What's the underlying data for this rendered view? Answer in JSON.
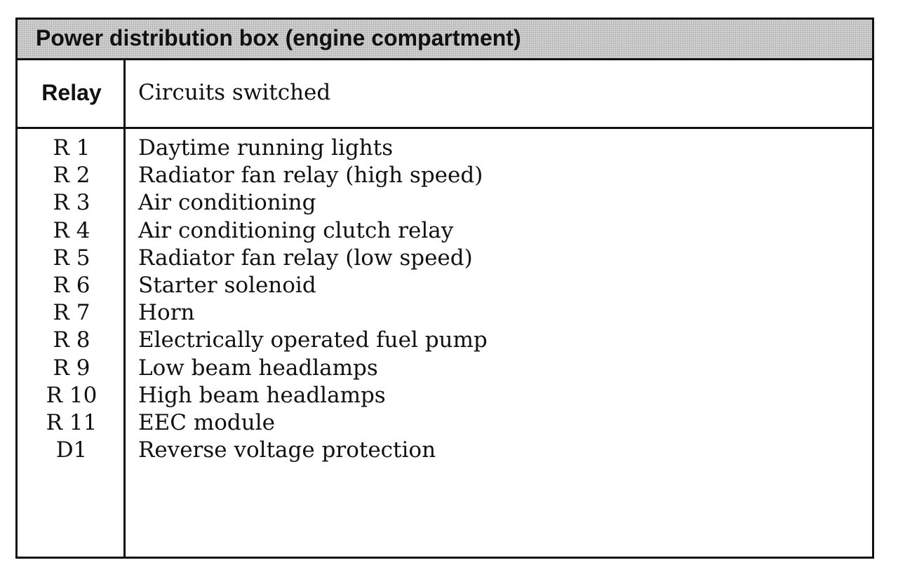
{
  "table": {
    "title": "Power distribution box (engine compartment)",
    "headers": {
      "relay": "Relay",
      "circuits": "Circuits switched"
    },
    "rows": [
      {
        "relay": "R 1",
        "circuit": "Daytime running lights"
      },
      {
        "relay": "R 2",
        "circuit": "Radiator fan relay  (high speed)"
      },
      {
        "relay": "R 3",
        "circuit": "Air conditioning"
      },
      {
        "relay": "R 4",
        "circuit": "Air conditioning clutch relay"
      },
      {
        "relay": "R 5",
        "circuit": "Radiator fan relay  (low speed)"
      },
      {
        "relay": "R 6",
        "circuit": "Starter solenoid"
      },
      {
        "relay": "R 7",
        "circuit": "Horn"
      },
      {
        "relay": "R 8",
        "circuit": "Electrically operated fuel pump"
      },
      {
        "relay": "R 9",
        "circuit": "Low beam headlamps"
      },
      {
        "relay": "R 10",
        "circuit": "High beam headlamps"
      },
      {
        "relay": "R 11",
        "circuit": "EEC module"
      },
      {
        "relay": "D1",
        "circuit": "Reverse voltage protection"
      }
    ]
  }
}
